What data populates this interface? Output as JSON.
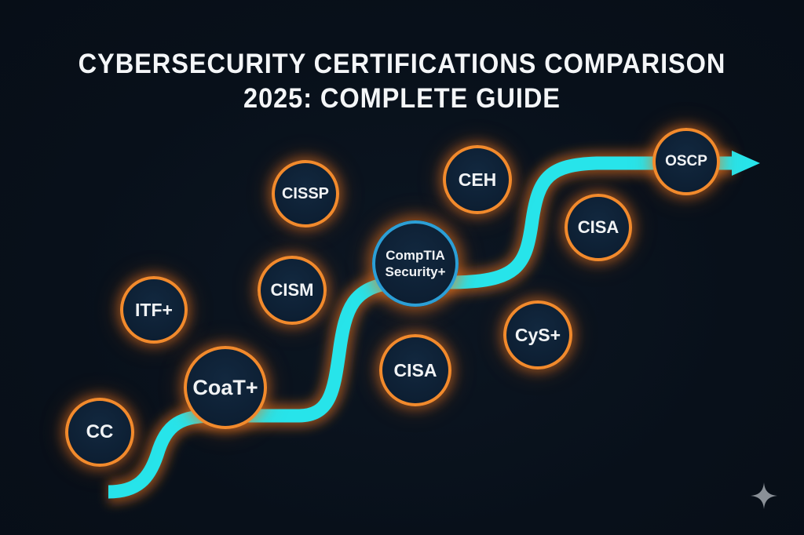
{
  "title": {
    "line1": "CYBERSECURITY CERTIFICATIONS COMPARISON",
    "line2": "2025: COMPLETE GUIDE"
  },
  "colors": {
    "background": "#08101a",
    "node_fill": "#0d1f33",
    "node_border": "#f28a2c",
    "primary_node_border": "#2c9fd6",
    "path": "#27e4ea",
    "glow": "#f2781e",
    "text": "#f1f3f5"
  },
  "path": {
    "description": "cyan career path with arrowhead pointing right",
    "arrow_icon": "arrow-right-icon"
  },
  "nodes": [
    {
      "id": "cc",
      "label": "CC",
      "on_path": false
    },
    {
      "id": "itf",
      "label": "ITF+",
      "on_path": false
    },
    {
      "id": "coat",
      "label": "CoaT+",
      "on_path": true
    },
    {
      "id": "cissp",
      "label": "CISSP",
      "on_path": false
    },
    {
      "id": "cism",
      "label": "CISM",
      "on_path": false
    },
    {
      "id": "security-plus",
      "label_line1": "CompTIA",
      "label_line2": "Security+",
      "on_path": true,
      "highlight": true
    },
    {
      "id": "cisa-low",
      "label": "CISA",
      "on_path": false
    },
    {
      "id": "ceh",
      "label": "CEH",
      "on_path": false
    },
    {
      "id": "cysa",
      "label": "CyS+",
      "on_path": false
    },
    {
      "id": "cisa-high",
      "label": "CISA",
      "on_path": false
    },
    {
      "id": "oscp",
      "label": "OSCP",
      "on_path": true
    }
  ],
  "watermark": {
    "icon": "sparkle-icon"
  }
}
